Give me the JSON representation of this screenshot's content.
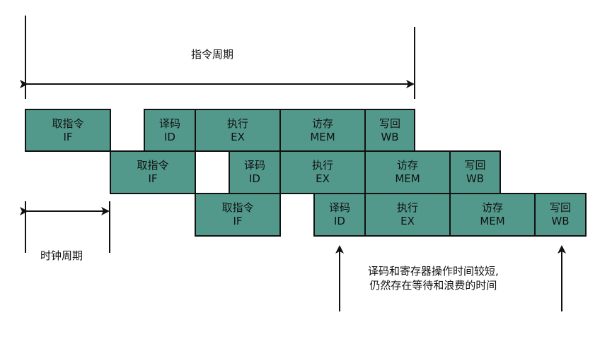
{
  "labels": {
    "instruction_cycle": "指令周期",
    "clock_cycle": "时钟周期",
    "note_line1": "译码和寄存器操作时间较短,",
    "note_line2": "仍然存在等待和浪费的时间"
  },
  "rows": [
    {
      "stages": [
        {
          "cn": "取指令",
          "en": "IF"
        },
        {
          "cn": "译码",
          "en": "ID"
        },
        {
          "cn": "执行",
          "en": "EX"
        },
        {
          "cn": "访存",
          "en": "MEM"
        },
        {
          "cn": "写回",
          "en": "WB"
        }
      ]
    },
    {
      "stages": [
        {
          "cn": "取指令",
          "en": "IF"
        },
        {
          "cn": "译码",
          "en": "ID"
        },
        {
          "cn": "执行",
          "en": "EX"
        },
        {
          "cn": "访存",
          "en": "MEM"
        },
        {
          "cn": "写回",
          "en": "WB"
        }
      ]
    },
    {
      "stages": [
        {
          "cn": "取指令",
          "en": "IF"
        },
        {
          "cn": "译码",
          "en": "ID"
        },
        {
          "cn": "执行",
          "en": "EX"
        },
        {
          "cn": "访存",
          "en": "MEM"
        },
        {
          "cn": "写回",
          "en": "WB"
        }
      ]
    }
  ],
  "colors": {
    "stage_fill": "#52998c",
    "stroke": "#111111"
  }
}
